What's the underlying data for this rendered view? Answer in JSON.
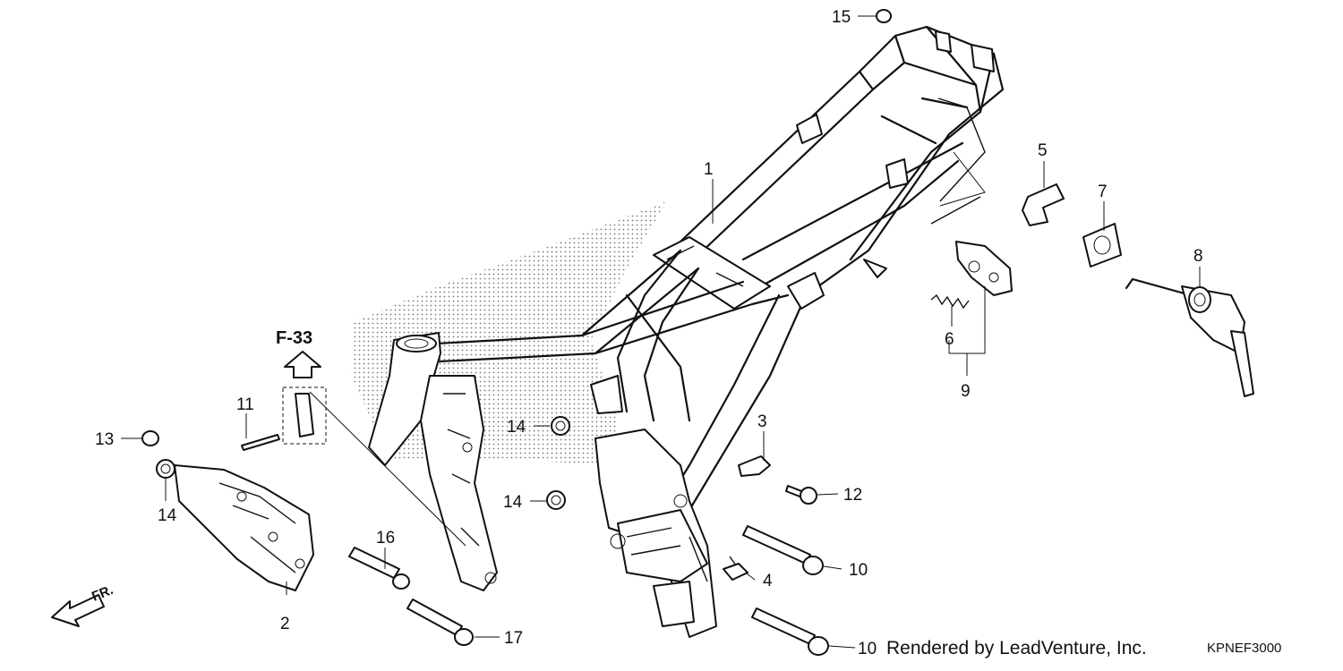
{
  "diagram": {
    "reference": "F-33",
    "direction": "FR.",
    "credit": "Rendered by LeadVenture, Inc.",
    "code": "KPNEF3000",
    "callouts": [
      {
        "id": "c1",
        "label": "1"
      },
      {
        "id": "c2",
        "label": "2"
      },
      {
        "id": "c3",
        "label": "3"
      },
      {
        "id": "c4",
        "label": "4"
      },
      {
        "id": "c5",
        "label": "5"
      },
      {
        "id": "c6",
        "label": "6"
      },
      {
        "id": "c7",
        "label": "7"
      },
      {
        "id": "c8",
        "label": "8"
      },
      {
        "id": "c9",
        "label": "9"
      },
      {
        "id": "c10a",
        "label": "10"
      },
      {
        "id": "c10b",
        "label": "10"
      },
      {
        "id": "c11",
        "label": "11"
      },
      {
        "id": "c12",
        "label": "12"
      },
      {
        "id": "c13",
        "label": "13"
      },
      {
        "id": "c14a",
        "label": "14"
      },
      {
        "id": "c14b",
        "label": "14"
      },
      {
        "id": "c14c",
        "label": "14"
      },
      {
        "id": "c15",
        "label": "15"
      },
      {
        "id": "c16",
        "label": "16"
      },
      {
        "id": "c17",
        "label": "17"
      }
    ]
  }
}
